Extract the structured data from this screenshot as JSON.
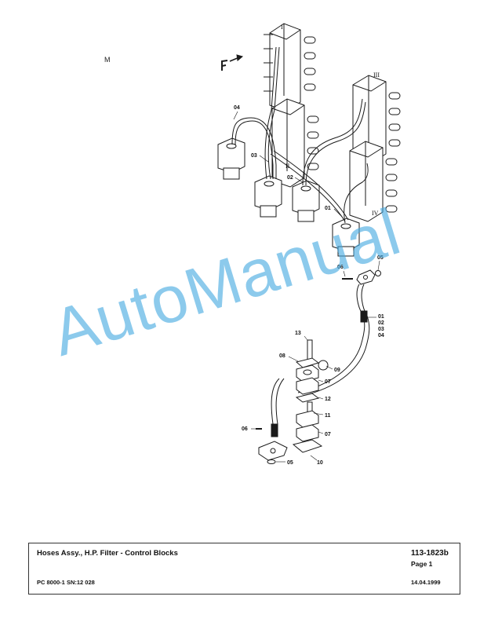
{
  "marker_text": "M",
  "view_arrow": "F",
  "roman_labels": [
    "I",
    "II",
    "III",
    "IV"
  ],
  "part_labels": {
    "p01_top": "01",
    "p02_top": "02",
    "p03_top": "03",
    "p04_top": "04",
    "p05_top": "05",
    "p06_top": "06",
    "p01_stack": "01",
    "p02_stack": "02",
    "p03_stack": "03",
    "p04_stack": "04",
    "p13": "13",
    "p08": "08",
    "p09": "09",
    "p07_a": "07",
    "p12": "12",
    "p11": "11",
    "p07_b": "07",
    "p06_bottom": "06",
    "p05_bottom": "05",
    "p10": "10"
  },
  "watermark": "AutoManual",
  "footer": {
    "title": "Hoses Assy., H.P. Filter - Control Blocks",
    "doc_number": "113-1823b",
    "page": "Page 1",
    "model": "PC 8000-1 SN:12 028",
    "date": "14.04.1999"
  }
}
